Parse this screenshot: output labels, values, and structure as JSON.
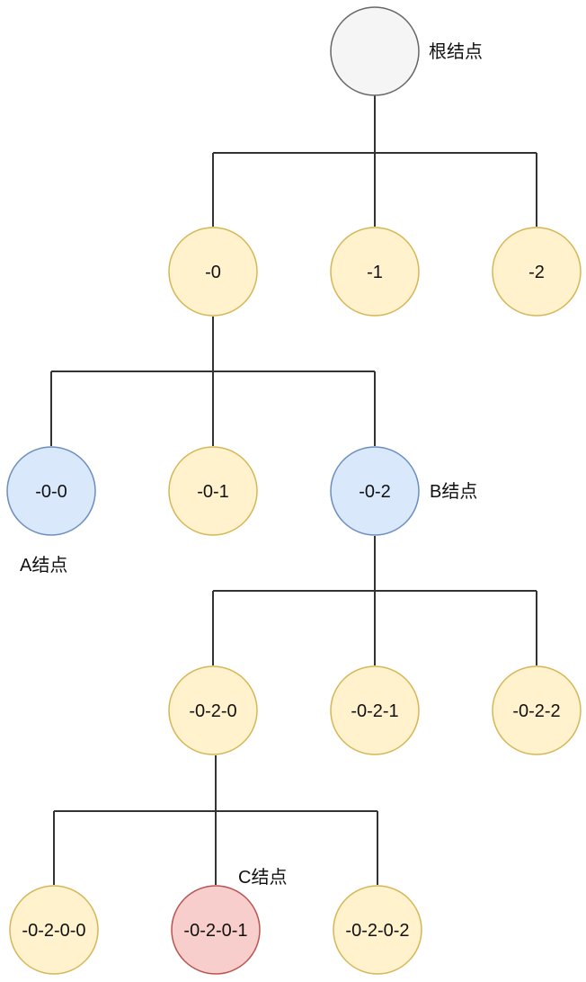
{
  "diagram": {
    "root": {
      "label": "",
      "annotation": "根结点"
    },
    "nodes": {
      "n0": {
        "label": "-0"
      },
      "n1": {
        "label": "-1"
      },
      "n2": {
        "label": "-2"
      },
      "n00": {
        "label": "-0-0",
        "annotation": "A结点"
      },
      "n01": {
        "label": "-0-1"
      },
      "n02": {
        "label": "-0-2",
        "annotation": "B结点"
      },
      "n020": {
        "label": "-0-2-0"
      },
      "n021": {
        "label": "-0-2-1"
      },
      "n022": {
        "label": "-0-2-2"
      },
      "n0200": {
        "label": "-0-2-0-0"
      },
      "n0201": {
        "label": "-0-2-0-1",
        "annotation": "C结点"
      },
      "n0202": {
        "label": "-0-2-0-2"
      }
    },
    "colors": {
      "root_fill": "#f5f5f5",
      "root_stroke": "#666666",
      "yellow_fill": "#fff2cc",
      "yellow_stroke": "#d6b656",
      "blue_fill": "#dae8fc",
      "blue_stroke": "#6c8ebf",
      "red_fill": "#f8cecc",
      "red_stroke": "#b85450",
      "connector": "#333333"
    }
  }
}
